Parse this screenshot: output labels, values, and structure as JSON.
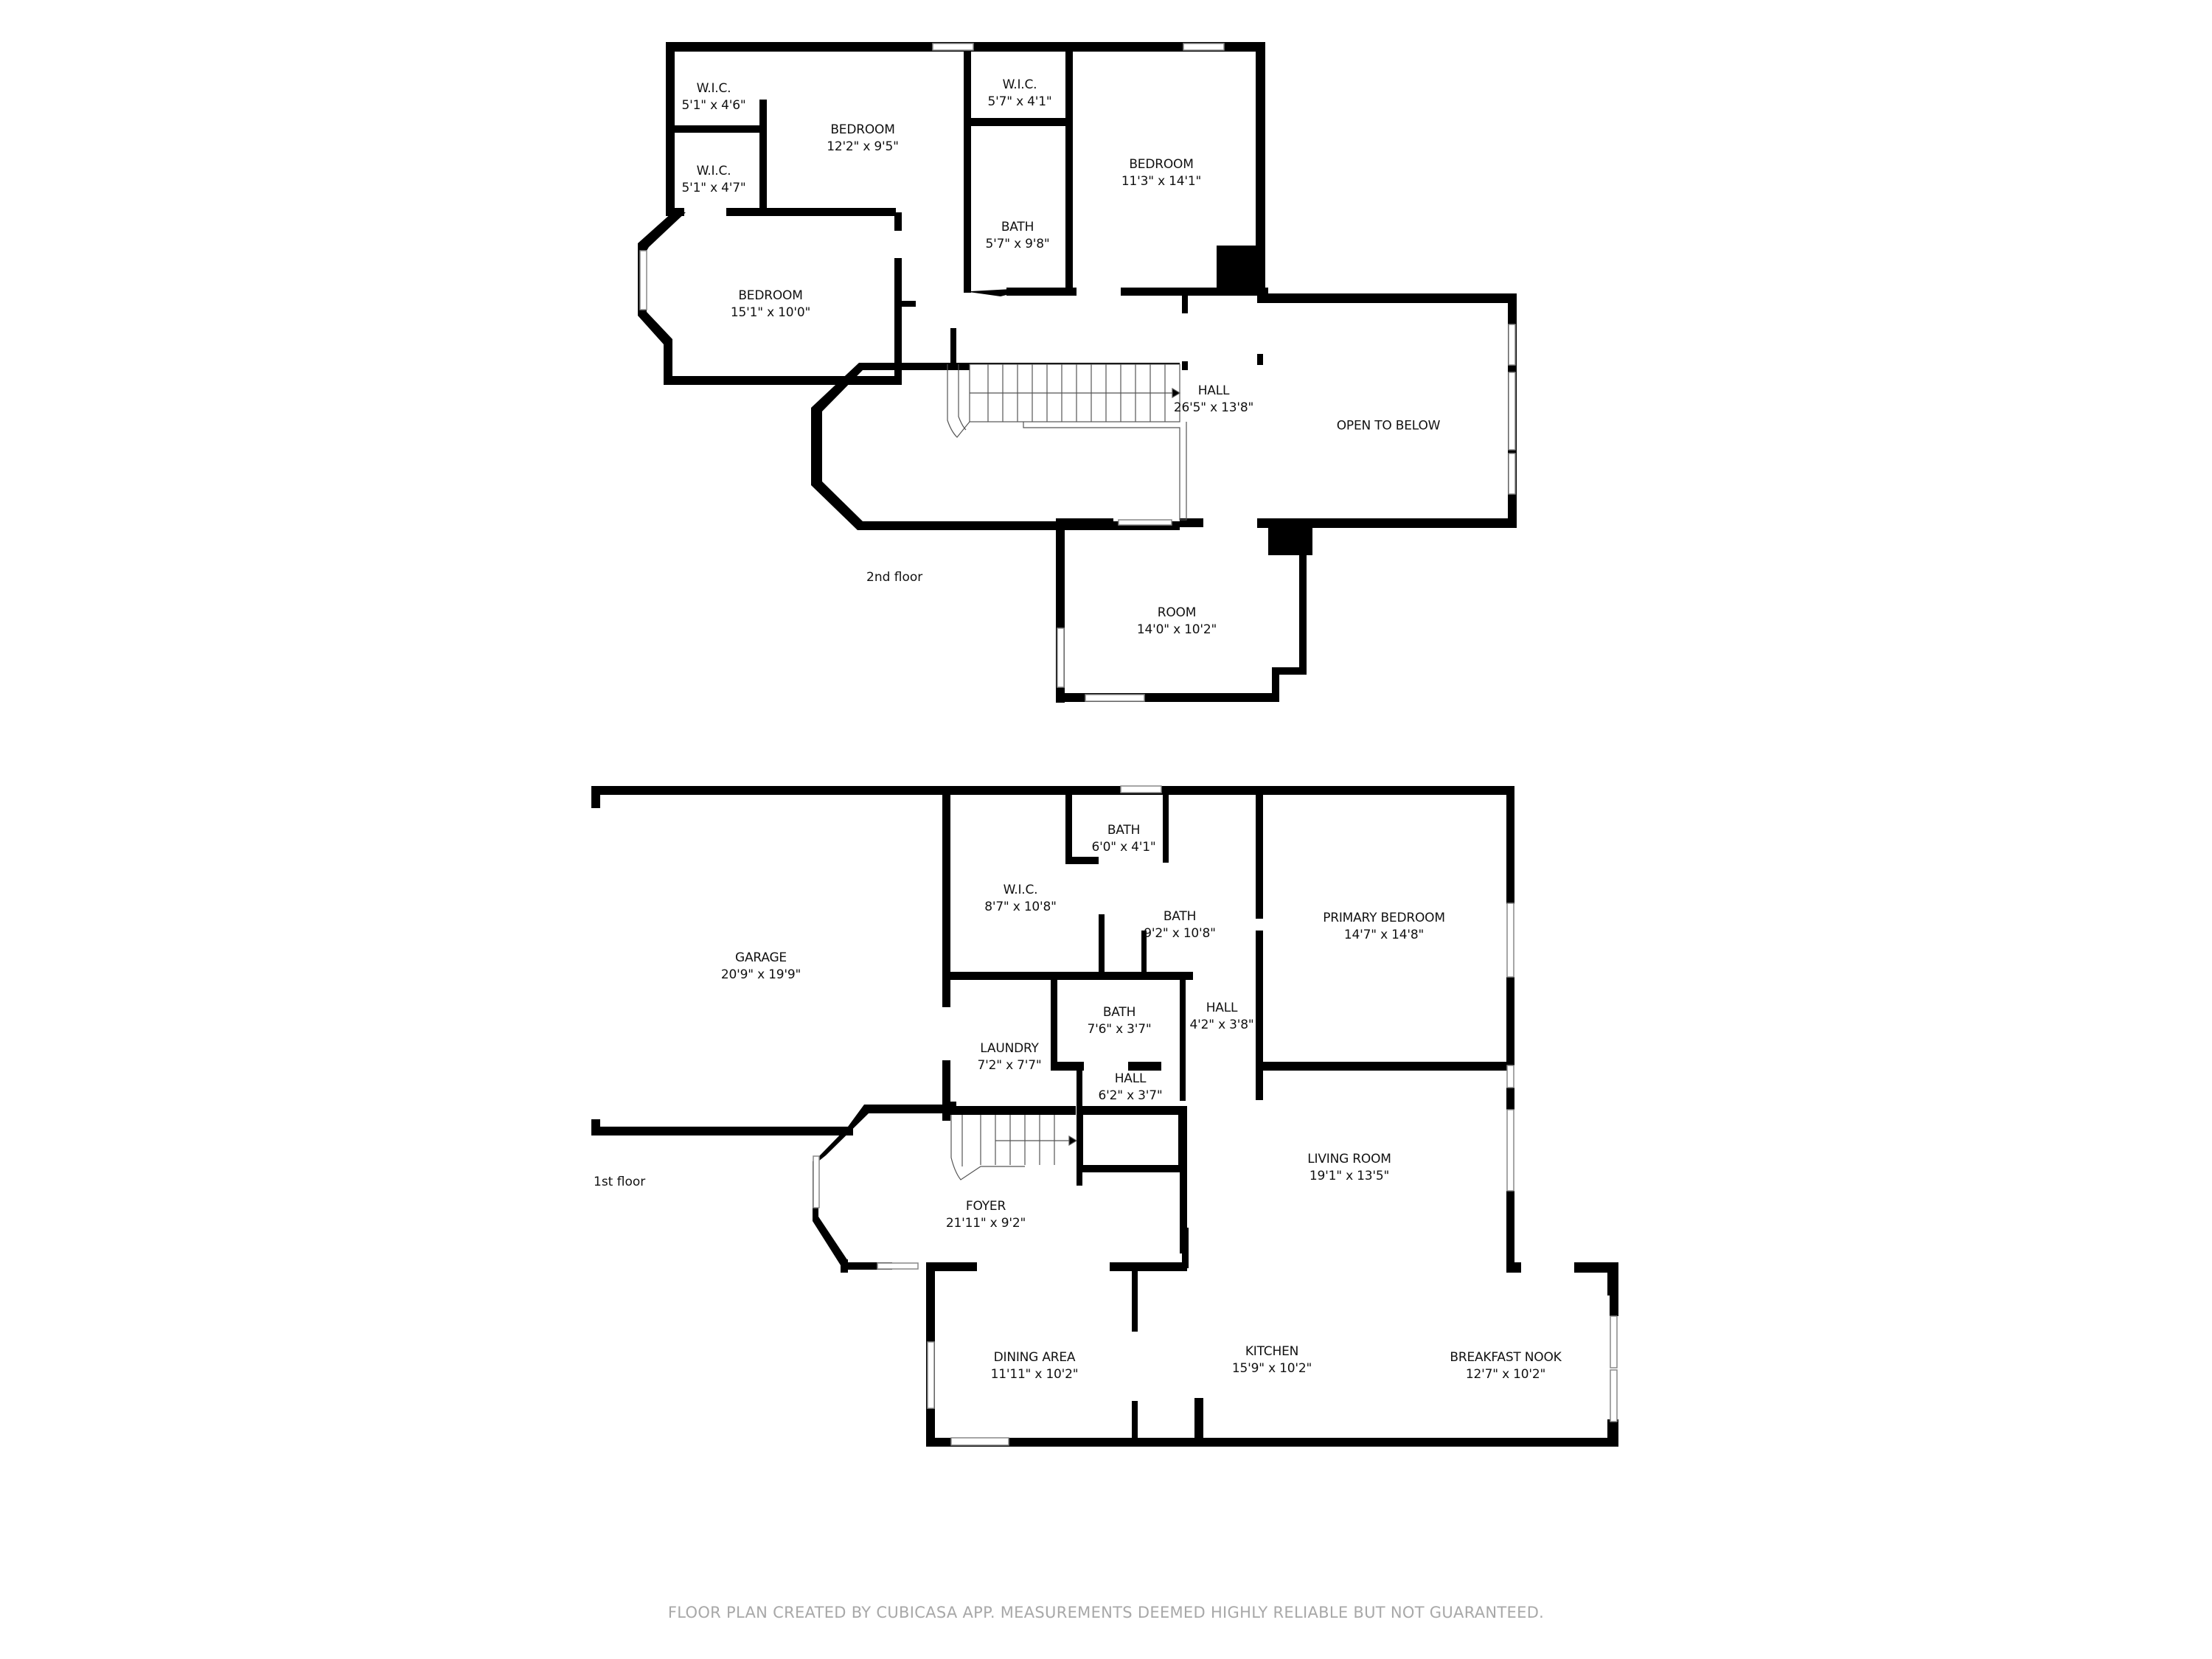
{
  "floors": [
    {
      "label": "2nd floor",
      "rooms": [
        {
          "name": "W.I.C.",
          "dim": "5'1\" x 4'6\""
        },
        {
          "name": "W.I.C.",
          "dim": "5'1\" x 4'7\""
        },
        {
          "name": "BEDROOM",
          "dim": "12'2\" x 9'5\""
        },
        {
          "name": "W.I.C.",
          "dim": "5'7\" x 4'1\""
        },
        {
          "name": "BATH",
          "dim": "5'7\" x 9'8\""
        },
        {
          "name": "BEDROOM",
          "dim": "11'3\" x 14'1\""
        },
        {
          "name": "BEDROOM",
          "dim": "15'1\" x 10'0\""
        },
        {
          "name": "HALL",
          "dim": "26'5\" x 13'8\""
        },
        {
          "name": "OPEN TO BELOW",
          "dim": ""
        },
        {
          "name": "ROOM",
          "dim": "14'0\" x 10'2\""
        }
      ]
    },
    {
      "label": "1st floor",
      "rooms": [
        {
          "name": "GARAGE",
          "dim": "20'9\" x 19'9\""
        },
        {
          "name": "W.I.C.",
          "dim": "8'7\" x 10'8\""
        },
        {
          "name": "BATH",
          "dim": "6'0\" x 4'1\""
        },
        {
          "name": "BATH",
          "dim": "9'2\" x 10'8\""
        },
        {
          "name": "PRIMARY BEDROOM",
          "dim": "14'7\" x 14'8\""
        },
        {
          "name": "BATH",
          "dim": "7'6\" x 3'7\""
        },
        {
          "name": "HALL",
          "dim": "4'2\" x 3'8\""
        },
        {
          "name": "LAUNDRY",
          "dim": "7'2\" x 7'7\""
        },
        {
          "name": "HALL",
          "dim": "6'2\" x 3'7\""
        },
        {
          "name": "LIVING ROOM",
          "dim": "19'1\" x 13'5\""
        },
        {
          "name": "FOYER",
          "dim": "21'11\" x 9'2\""
        },
        {
          "name": "DINING AREA",
          "dim": "11'11\" x 10'2\""
        },
        {
          "name": "KITCHEN",
          "dim": "15'9\" x 10'2\""
        },
        {
          "name": "BREAKFAST NOOK",
          "dim": "12'7\" x 10'2\""
        }
      ]
    }
  ],
  "footer": "FLOOR PLAN CREATED BY CUBICASA APP. MEASUREMENTS DEEMED HIGHLY RELIABLE BUT NOT GUARANTEED.",
  "colors": {
    "wall": "#000000",
    "background": "#ffffff",
    "footer_text": "#a8a8a8"
  }
}
